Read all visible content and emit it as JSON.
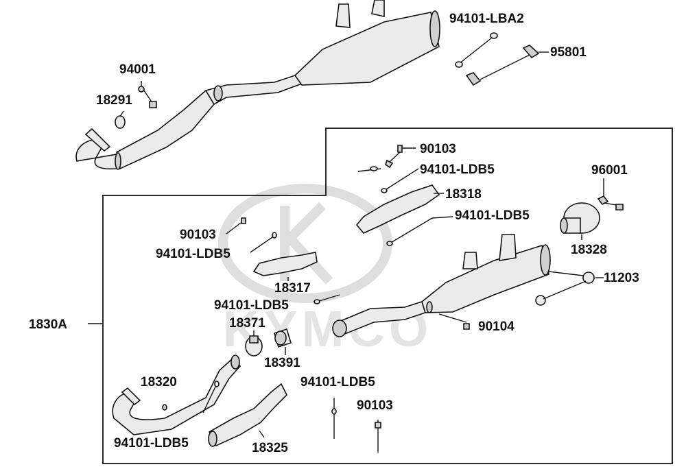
{
  "watermark": "KYMCO",
  "callouts": {
    "p94101_lba2": "94101-LBA2",
    "p95801": "95801",
    "p94001": "94001",
    "p18291": "18291",
    "p90103_a": "90103",
    "p94101_ldb5_a": "94101-LDB5",
    "p18318": "18318",
    "p96001": "96001",
    "p94101_ldb5_b": "94101-LDB5",
    "p18328": "18328",
    "p90103_b": "90103",
    "p94101_ldb5_c": "94101-LDB5",
    "p18317": "18317",
    "p11203": "11203",
    "p94101_ldb5_d": "94101-LDB5",
    "p18371": "18371",
    "p1830a": "1830A",
    "p90104": "90104",
    "p18391": "18391",
    "p18320": "18320",
    "p94101_ldb5_e": "94101-LDB5",
    "p90103_c": "90103",
    "p94101_ldb5_f": "94101-LDB5",
    "p18325": "18325"
  }
}
